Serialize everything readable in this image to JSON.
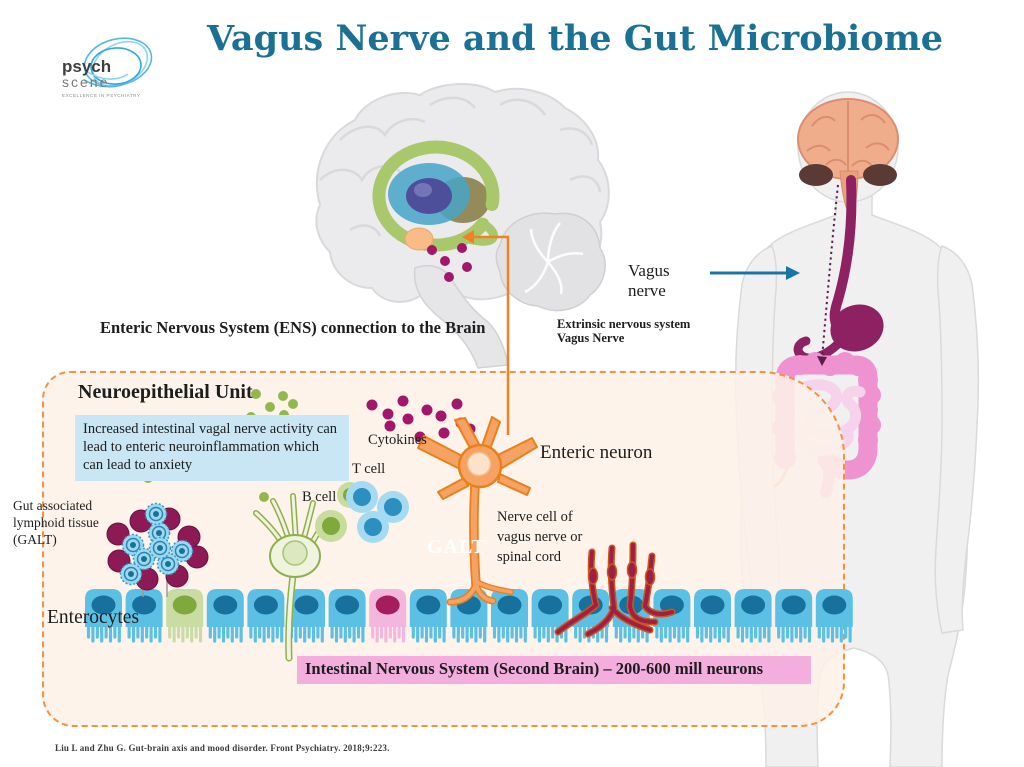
{
  "logo": {
    "name_top": "psych",
    "name_bottom": "scene",
    "tagline": "EXCELLENCE IN PSYCHIATRY"
  },
  "title": "Vagus Nerve and the Gut Microbiome",
  "labels": {
    "ens_connection": "Enteric Nervous System (ENS) connection to the Brain",
    "extrinsic_line1": "Extrinsic nervous system",
    "extrinsic_line2": "Vagus Nerve",
    "vagus_line1": "Vagus",
    "vagus_line2": "nerve",
    "unit_heading": "Neuroepithelial Unit",
    "info_box": "Increased intestinal vagal nerve activity can lead to enteric neuroinflammation which can lead to anxiety",
    "cytokines": "Cytokines",
    "t_cell": "T cell",
    "b_cell": "B cell",
    "enteric_neuron": "Enteric neuron",
    "galt_line1": "Gut associated",
    "galt_line2": "lymphoid tissue",
    "galt_line3": "(GALT)",
    "galt_watermark": "GALT",
    "nerve_cell_line1": "Nerve cell of",
    "nerve_cell_line2": "vagus nerve or",
    "nerve_cell_line3": "spinal cord",
    "enterocytes": "Enterocytes",
    "banner": "Intestinal Nervous System (Second Brain) – 200-600 mill neurons",
    "citation": "Liu L and Zhu G. Gut-brain axis and mood disorder. Front Psychiatry. 2018;9:223."
  },
  "colors": {
    "title_teal": "#1a7193",
    "box_border_orange": "#f59140",
    "box_background": "#fdf1e8",
    "info_box_bg": "#c8e6f3",
    "banner_bg": "#f3aede",
    "arrow_blue": "#1b74a8",
    "connector_orange": "#f08224",
    "cytokine_magenta": "#a2176b",
    "green_dot": "#93b84a",
    "enterocyte_blue": "#5bc0e4",
    "enterocyte_nucleus": "#17719c",
    "goblet_green": "#c9dca4",
    "pink_cell": "#f3b7dd",
    "neuron_orange": "#f5a263",
    "ens_neuron_red": "#a21f44",
    "galt_magenta": "#8e1a55",
    "galt_blue": "#9ad9f2",
    "stomach_magenta": "#8e2162",
    "large_intestine_pink": "#ef92d0",
    "small_intestine_pink": "#f6d3eb",
    "body_gray": "#f0f0f1",
    "brain_salmon": "#f0ad8c"
  }
}
